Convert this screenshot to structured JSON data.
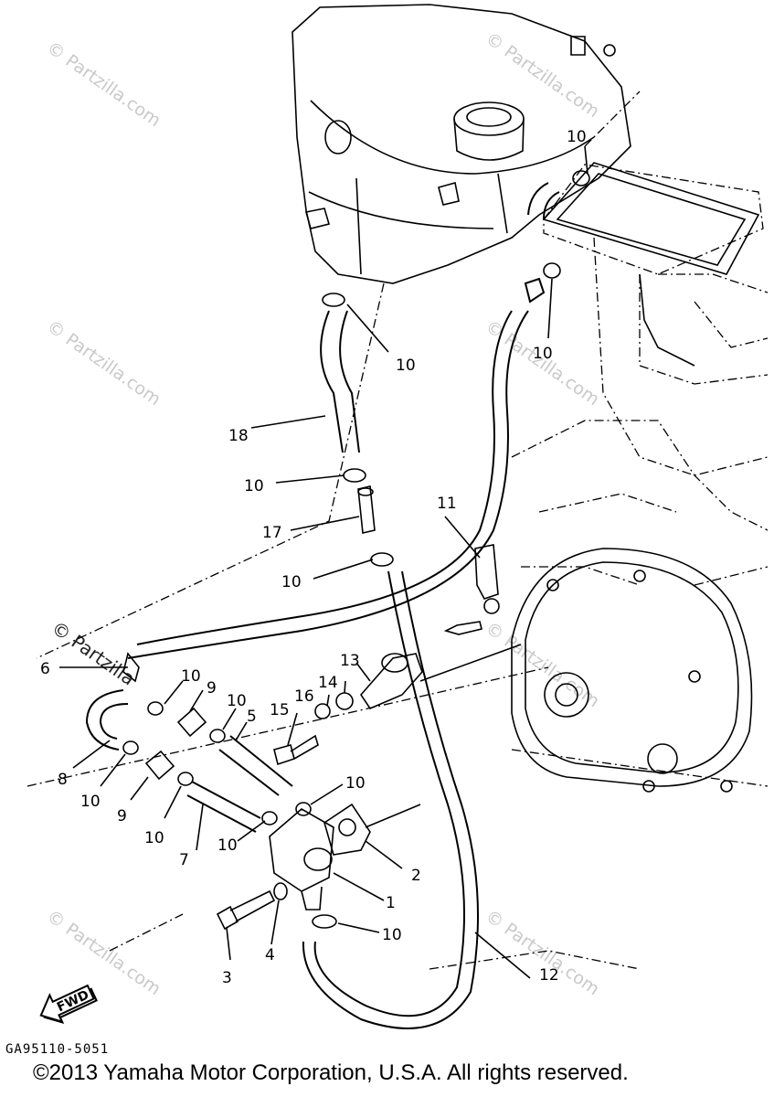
{
  "diagram": {
    "part_labels": [
      {
        "id": "p10a",
        "text": "10"
      },
      {
        "id": "p10b",
        "text": "10"
      },
      {
        "id": "p10c",
        "text": "10"
      },
      {
        "id": "p18",
        "text": "18"
      },
      {
        "id": "p10d",
        "text": "10"
      },
      {
        "id": "p17",
        "text": "17"
      },
      {
        "id": "p11",
        "text": "11"
      },
      {
        "id": "p10e",
        "text": "10"
      },
      {
        "id": "p13",
        "text": "13"
      },
      {
        "id": "p6",
        "text": "6"
      },
      {
        "id": "p10f",
        "text": "10"
      },
      {
        "id": "p9a",
        "text": "9"
      },
      {
        "id": "p10g",
        "text": "10"
      },
      {
        "id": "p5",
        "text": "5"
      },
      {
        "id": "p16",
        "text": "16"
      },
      {
        "id": "p14",
        "text": "14"
      },
      {
        "id": "p15",
        "text": "15"
      },
      {
        "id": "p8",
        "text": "8"
      },
      {
        "id": "p10h",
        "text": "10"
      },
      {
        "id": "p9b",
        "text": "9"
      },
      {
        "id": "p10i",
        "text": "10"
      },
      {
        "id": "p10j",
        "text": "10"
      },
      {
        "id": "p7",
        "text": "7"
      },
      {
        "id": "p10k",
        "text": "10"
      },
      {
        "id": "p2",
        "text": "2"
      },
      {
        "id": "p1",
        "text": "1"
      },
      {
        "id": "p10l",
        "text": "10"
      },
      {
        "id": "p3",
        "text": "3"
      },
      {
        "id": "p4",
        "text": "4"
      },
      {
        "id": "p12",
        "text": "12"
      }
    ],
    "fwd_label": "FWD",
    "drawing_code": "GA95110-5051",
    "watermark": "© Partzilla.com",
    "watermark_dark": "© Partzilla"
  },
  "footer": {
    "copyright": "©2013 Yamaha Motor Corporation, U.S.A. All rights reserved."
  }
}
